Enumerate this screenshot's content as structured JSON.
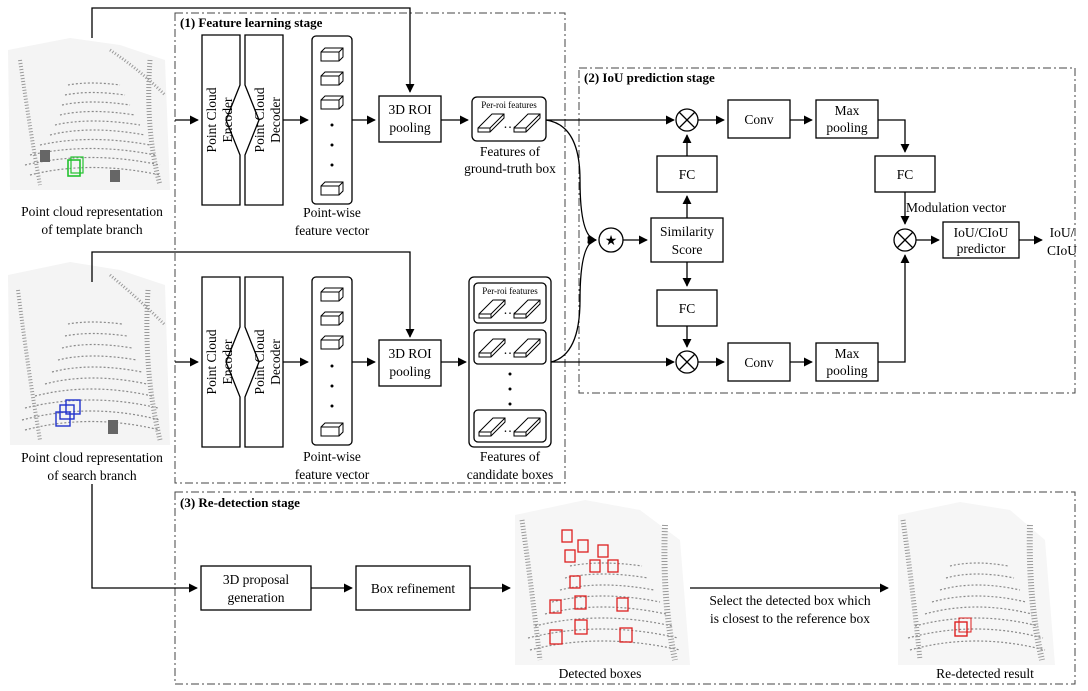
{
  "stages": {
    "feature_learning": "(1) Feature learning stage",
    "iou_prediction": "(2) IoU prediction stage",
    "re_detection": "(3) Re-detection stage"
  },
  "template": {
    "caption_line1": "Point cloud representation",
    "caption_line2": "of template branch"
  },
  "search": {
    "caption_line1": "Point cloud representation",
    "caption_line2": "of search branch"
  },
  "encoder": {
    "line1": "Point Cloud",
    "line2": "Encoder"
  },
  "decoder": {
    "line1": "Point Cloud",
    "line2": "Decoder"
  },
  "pointwise": {
    "line1": "Point-wise",
    "line2": "feature vector"
  },
  "roi_pooling": {
    "line1": "3D ROI",
    "line2": "pooling"
  },
  "per_roi_label": "Per-roi features",
  "gt_features": {
    "line1": "Features of",
    "line2": "ground-truth box"
  },
  "cand_features": {
    "line1": "Features of",
    "line2": "candidate boxes"
  },
  "fc_label": "FC",
  "conv_label": "Conv",
  "maxpool": {
    "line1": "Max",
    "line2": "pooling"
  },
  "similarity": {
    "line1": "Similarity",
    "line2": "Score"
  },
  "modulation_label": "Modulation vector",
  "predictor": {
    "line1": "IoU/CIoU",
    "line2": "predictor"
  },
  "output": {
    "line1": "IoU/",
    "line2": "CIoU"
  },
  "star_symbol": "★",
  "proposal": {
    "line1": "3D proposal",
    "line2": "generation"
  },
  "refinement_label": "Box refinement",
  "detected_caption": "Detected boxes",
  "select": {
    "line1": "Select the detected box which",
    "line2": "is closest to the reference box"
  },
  "redetected_caption": "Re-detected result",
  "colors": {
    "template_box": "#22c22e",
    "search_box": "#2233cc",
    "detected_box": "#dd1f1f",
    "stroke": "#000000"
  }
}
